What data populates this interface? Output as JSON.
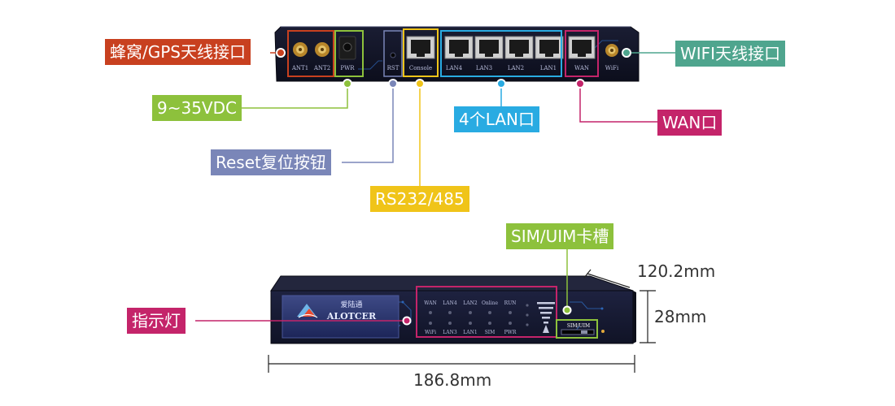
{
  "callouts": {
    "antenna_gps": "蜂窝/GPS天线接口",
    "wifi_antenna": "WIFI天线接口",
    "power_input": "9~35VDC",
    "lan_ports": "4个LAN口",
    "wan_port": "WAN口",
    "reset_button": "Reset复位按钮",
    "console_port": "RS232/485",
    "sim_slot": "SIM/UIM卡槽",
    "indicators": "指示灯"
  },
  "dimensions": {
    "depth": "120.2mm",
    "height": "28mm",
    "width": "186.8mm"
  },
  "rear_panel": {
    "ant1": "ANT1",
    "ant2": "ANT2",
    "pwr": "PWR",
    "rst": "RST",
    "console": "Console",
    "lan4": "LAN4",
    "lan3": "LAN3",
    "lan2": "LAN2",
    "lan1": "LAN1",
    "wan": "WAN",
    "wifi": "WiFi"
  },
  "front_panel": {
    "brand_cn": "爱陆通",
    "brand_en": "ALOTCER",
    "led_top": [
      "WAN",
      "LAN4",
      "LAN2",
      "Online",
      "RUN"
    ],
    "led_bottom": [
      "WiFi",
      "LAN3",
      "LAN1",
      "SIM",
      "PWR"
    ],
    "sim_label": "SIM/UIM"
  },
  "colors": {
    "antenna_gps": "#c8401f",
    "power": "#8dc13c",
    "reset": "#7a86b8",
    "console": "#f0c419",
    "lan": "#29abe2",
    "wan": "#c4246a",
    "wifi": "#4fa58e",
    "sim": "#8dc13c",
    "indicators": "#c4246a"
  }
}
